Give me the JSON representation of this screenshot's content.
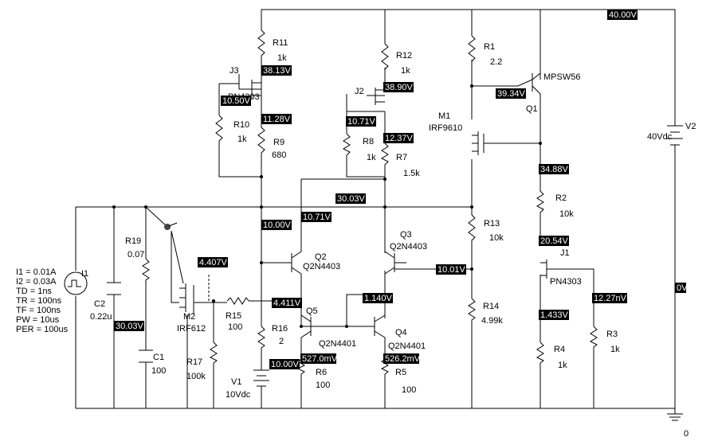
{
  "components": {
    "R11": {
      "name": "R11",
      "value": "1k"
    },
    "R12": {
      "name": "R12",
      "value": "1k"
    },
    "R1": {
      "name": "R1",
      "value": "2.2"
    },
    "R10": {
      "name": "R10",
      "value": "1k"
    },
    "R9": {
      "name": "R9",
      "value": "680"
    },
    "R8": {
      "name": "R8",
      "value": "1k"
    },
    "R7": {
      "name": "R7",
      "value": "1.5k"
    },
    "R2": {
      "name": "R2",
      "value": "10k"
    },
    "R13": {
      "name": "R13",
      "value": "10k"
    },
    "R14": {
      "name": "R14",
      "value": "4.99k"
    },
    "R19": {
      "name": "R19",
      "value": "0.07"
    },
    "R15": {
      "name": "R15",
      "value": "100"
    },
    "R16": {
      "name": "R16",
      "value": "2"
    },
    "R17": {
      "name": "R17",
      "value": "100k"
    },
    "R6": {
      "name": "R6",
      "value": "100"
    },
    "R5": {
      "name": "R5",
      "value": "100"
    },
    "R4": {
      "name": "R4",
      "value": "1k"
    },
    "R3": {
      "name": "R3",
      "value": "1k"
    },
    "C1": {
      "name": "C1",
      "value": "100"
    },
    "C2": {
      "name": "C2",
      "value": "0.22u"
    },
    "J1": {
      "name": "J1",
      "value": "PN4303"
    },
    "J2": {
      "name": "J2"
    },
    "J3": {
      "name": "J3",
      "value": "PN4303"
    },
    "M1": {
      "name": "M1",
      "value": "IRF9610"
    },
    "M2": {
      "name": "M2",
      "value": "IRF612"
    },
    "Q1": {
      "name": "Q1",
      "value": "MPSW56"
    },
    "Q2": {
      "name": "Q2",
      "value": "Q2N4403"
    },
    "Q3": {
      "name": "Q3",
      "value": "Q2N4403"
    },
    "Q4": {
      "name": "Q4",
      "value": "Q2N4401"
    },
    "Q5": {
      "name": "Q5",
      "value": "Q2N4401"
    },
    "V1": {
      "name": "V1",
      "value": "10Vdc"
    },
    "V2": {
      "name": "V2",
      "value": "40Vdc"
    },
    "I1": {
      "name": "I1"
    }
  },
  "pulse_source": [
    "I1 = 0.01A",
    "I2 = 0.03A",
    "TD = 1ns",
    "TR = 100ns",
    "TF = 100ns",
    "PW = 10us",
    "PER = 100us"
  ],
  "ground": {
    "label": "0"
  },
  "voltages": {
    "v40": "40.00V",
    "v38_13": "38.13V",
    "v38_90": "38.90V",
    "v39_34": "39.34V",
    "v10_50": "10.50V",
    "v11_28": "11.28V",
    "v10_71a": "10.71V",
    "v12_37": "12.37V",
    "v34_88": "34.88V",
    "v30_03a": "30.03V",
    "v10_71b": "10.71V",
    "v10_00a": "10.00V",
    "v20_54": "20.54V",
    "v4_407": "4.407V",
    "v10_01": "10.01V",
    "v0": "0V",
    "v4_411": "4.411V",
    "v1_140": "1.140V",
    "v12_27n": "12.27nV",
    "v30_03b": "30.03V",
    "v1_433": "1.433V",
    "v527": "527.0mV",
    "v526": "526.2mV",
    "v10_00b": "10.00V"
  }
}
